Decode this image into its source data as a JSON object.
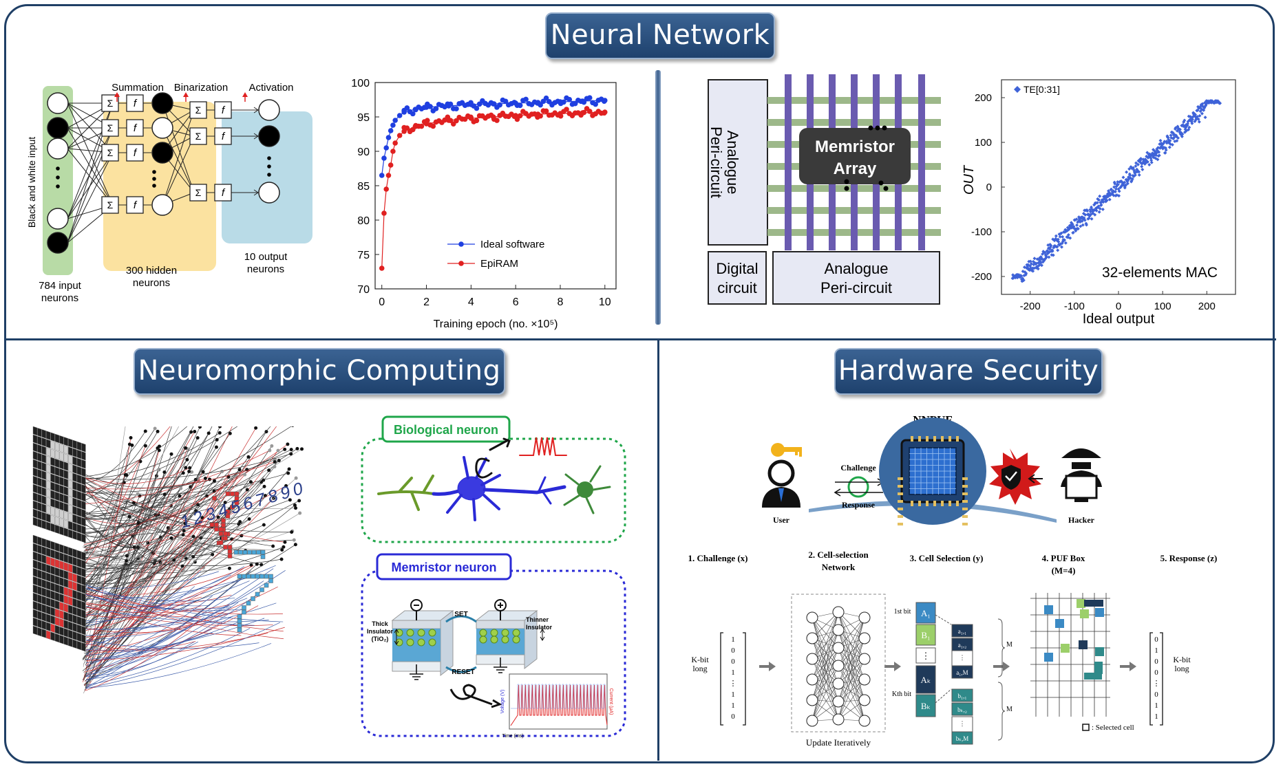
{
  "sections": {
    "neural_network": "Neural Network",
    "neuromorphic": "Neuromorphic Computing",
    "hardware_security": "Hardware Security"
  },
  "nn_diagram": {
    "summation": "Summation",
    "binarization": "Binarization",
    "activation": "Activation",
    "input_side": "Black and white input",
    "input_neurons": [
      "784 input",
      "neurons"
    ],
    "hidden_neurons": [
      "300 hidden",
      "neurons"
    ],
    "output_neurons": [
      "10 output",
      "neurons"
    ],
    "sigma": "Σ",
    "func": "f"
  },
  "chart_data": {
    "type": "line",
    "xlabel": "Training epoch (no. ×10⁵)",
    "ylabel": "",
    "xlim": [
      -0.3,
      10.5
    ],
    "ylim": [
      70,
      100
    ],
    "xticks": [
      "0",
      "2",
      "4",
      "6",
      "8",
      "10"
    ],
    "yticks": [
      "70",
      "75",
      "80",
      "85",
      "90",
      "95",
      "100"
    ],
    "legend_position": "lower-right",
    "series": [
      {
        "name": "Ideal software",
        "color": "#1f3fe0",
        "x": [
          0,
          0.1,
          0.2,
          0.3,
          0.4,
          0.5,
          0.6,
          0.8,
          1,
          1.5,
          2,
          3,
          4,
          5,
          6,
          7,
          8,
          9,
          10
        ],
        "y": [
          86.5,
          89,
          90.5,
          92,
          93,
          93.8,
          94.5,
          95.2,
          95.7,
          96.1,
          96.4,
          96.6,
          96.8,
          96.9,
          97,
          97.1,
          97.2,
          97.3,
          97.4
        ]
      },
      {
        "name": "EpiRAM",
        "color": "#e02020",
        "x": [
          0,
          0.1,
          0.2,
          0.3,
          0.4,
          0.5,
          0.6,
          0.8,
          1,
          1.5,
          2,
          3,
          4,
          5,
          6,
          7,
          8,
          9,
          10
        ],
        "y": [
          73,
          81,
          84.5,
          86.5,
          88,
          90,
          91.2,
          92.3,
          92.9,
          93.6,
          94,
          94.5,
          94.8,
          95,
          95.2,
          95.4,
          95.5,
          95.6,
          95.7
        ]
      }
    ]
  },
  "crossbar": {
    "analogue_side": [
      "Analogue",
      "Peri-circuit"
    ],
    "array": [
      "Memristor",
      "Array"
    ],
    "digital": [
      "Digital",
      "circuit"
    ],
    "analogue_bottom": [
      "Analogue",
      "Peri-circuit"
    ]
  },
  "mac_plot": {
    "legend": "TE[0:31]",
    "annotation": "32-elements MAC",
    "xlabel": "Ideal output",
    "ylabel": "OUT",
    "xticks": [
      "-200",
      "-100",
      "0",
      "100",
      "200"
    ],
    "yticks": [
      "200",
      "100",
      "0",
      "-100",
      "-200"
    ],
    "color": "#3f63d8"
  },
  "neuromorphic": {
    "digits": "1 2 3 4 5 6 7 8 9 0",
    "bio_label": "Biological neuron",
    "memristor_label": "Memristor neuron",
    "set": "SET",
    "reset": "RESET",
    "thick": [
      "Thick",
      "Insulator",
      "(TiO₂)"
    ],
    "thinner": [
      "Thinner",
      "Insulator"
    ],
    "plot_xlabel": "Time (ms)",
    "plot_ylabel_left": "Voltage (V)",
    "plot_ylabel_right": "Current (μA)",
    "bio_color": "#1fa64a",
    "mem_color": "#2a2ad6"
  },
  "security": {
    "title": "NNPUF",
    "challenge": "Challenge",
    "response": "Response",
    "user": "User",
    "hacker": "Hacker",
    "steps": [
      [
        "1. Challenge (x)"
      ],
      [
        "2. Cell-selection",
        "Network"
      ],
      [
        "3. Cell Selection (y)"
      ],
      [
        "4. PUF Box",
        "(M=4)"
      ],
      [
        "5. Response (z)"
      ]
    ],
    "kbit_left": [
      "K-bit",
      "long"
    ],
    "kbit_right": [
      "K-bit",
      "long"
    ],
    "challenge_bits": [
      "1",
      "0",
      "0",
      "1",
      "⋮",
      "1",
      "1",
      "0"
    ],
    "response_bits": [
      "0",
      "1",
      "0",
      "0",
      "⋮",
      "0",
      "1",
      "1"
    ],
    "update": "Update Iteratively",
    "first_bit": "1st bit",
    "kth_bit": "Kth bit",
    "cells": [
      "A₁",
      "B₁",
      "⋮",
      "Aₖ",
      "Bₖ"
    ],
    "a_cells": [
      "a₁,₁",
      "a₁,₂",
      "⋮",
      "a₁,M"
    ],
    "b_cells": [
      "b₁,₁",
      "bₖ,₂",
      "⋮",
      "bₖ,M"
    ],
    "m_label": "M",
    "selected": ": Selected cell"
  }
}
